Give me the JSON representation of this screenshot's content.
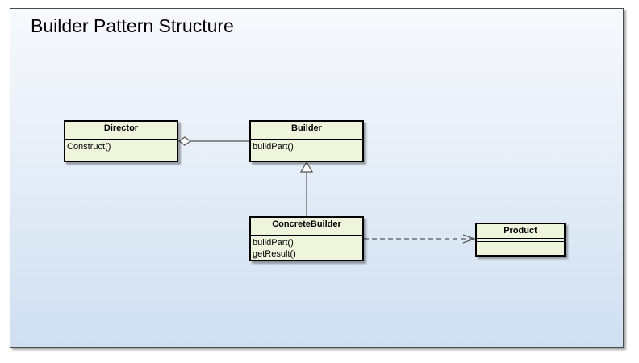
{
  "diagram": {
    "title": "Builder Pattern Structure",
    "classes": {
      "director": {
        "name": "Director",
        "operations": [
          "Construct()"
        ]
      },
      "builder": {
        "name": "Builder",
        "operations": [
          "buildPart()"
        ]
      },
      "concrete_builder": {
        "name": "ConcreteBuilder",
        "operations": [
          "buildPart()",
          "getResult()"
        ]
      },
      "product": {
        "name": "Product",
        "operations": []
      }
    },
    "relationships": [
      {
        "type": "aggregation",
        "from": "Director",
        "to": "Builder"
      },
      {
        "type": "generalization",
        "from": "ConcreteBuilder",
        "to": "Builder"
      },
      {
        "type": "dependency",
        "from": "ConcreteBuilder",
        "to": "Product"
      }
    ]
  }
}
